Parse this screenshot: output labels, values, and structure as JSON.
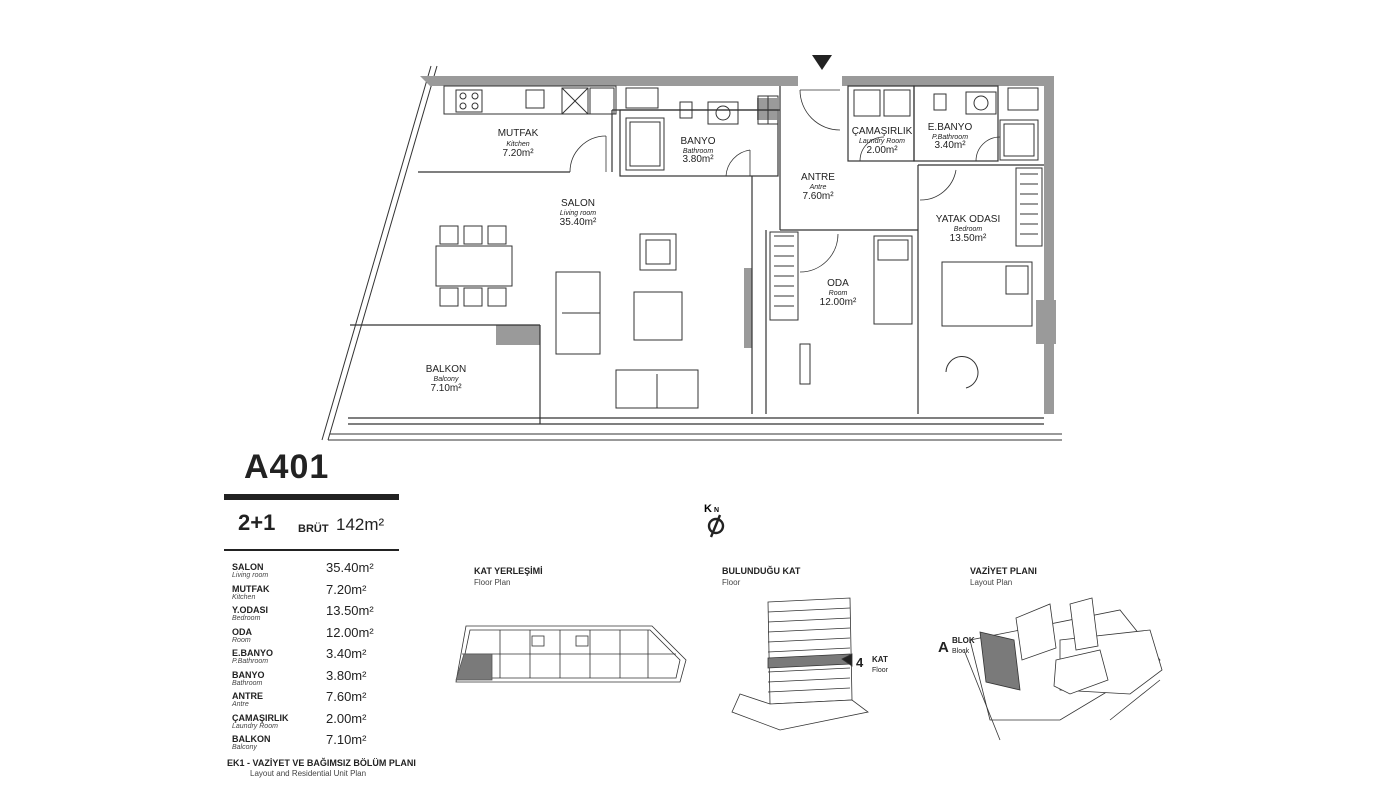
{
  "plan": {
    "rooms": [
      {
        "id": "mutfak",
        "name": "MUTFAK",
        "en": "Kitchen",
        "area": "7.20m²"
      },
      {
        "id": "banyo",
        "name": "BANYO",
        "en": "Bathroom",
        "area": "3.80m²"
      },
      {
        "id": "camasirlik",
        "name": "ÇAMAŞIRLIK",
        "en": "Laundry Room",
        "area": "2.00m²"
      },
      {
        "id": "ebanyo",
        "name": "E.BANYO",
        "en": "P.Bathroom",
        "area": "3.40m²"
      },
      {
        "id": "antre",
        "name": "ANTRE",
        "en": "Antre",
        "area": "7.60m²"
      },
      {
        "id": "salon",
        "name": "SALON",
        "en": "Living room",
        "area": "35.40m²"
      },
      {
        "id": "yatak",
        "name": "YATAK ODASI",
        "en": "Bedroom",
        "area": "13.50m²"
      },
      {
        "id": "oda",
        "name": "ODA",
        "en": "Room",
        "area": "12.00m²"
      },
      {
        "id": "balkon",
        "name": "BALKON",
        "en": "Balcony",
        "area": "7.10m²"
      }
    ]
  },
  "unit": {
    "code": "A401",
    "rooms_type": "2+1",
    "gross_label": "BRÜT",
    "gross_value": "142m²"
  },
  "areas": [
    {
      "tr": "SALON",
      "en": "Living room",
      "value": "35.40m²"
    },
    {
      "tr": "MUTFAK",
      "en": "Kitchen",
      "value": "7.20m²"
    },
    {
      "tr": "Y.ODASI",
      "en": "Bedroom",
      "value": "13.50m²"
    },
    {
      "tr": "ODA",
      "en": "Room",
      "value": "12.00m²"
    },
    {
      "tr": "E.BANYO",
      "en": "P.Bathroom",
      "value": "3.40m²"
    },
    {
      "tr": "BANYO",
      "en": "Bathroom",
      "value": "3.80m²"
    },
    {
      "tr": "ANTRE",
      "en": "Antre",
      "value": "7.60m²"
    },
    {
      "tr": "ÇAMAŞIRLIK",
      "en": "Laundry Room",
      "value": "2.00m²"
    },
    {
      "tr": "BALKON",
      "en": "Balcony",
      "value": "7.10m²"
    }
  ],
  "footnote": {
    "tr": "EK1 -  VAZİYET VE BAĞIMSIZ BÖLÜM PLANI",
    "en": "Layout and Residential Unit Plan"
  },
  "compass": {
    "k": "K",
    "n": "N"
  },
  "floor_plan": {
    "tr": "KAT YERLEŞİMİ",
    "en": "Floor Plan"
  },
  "floor": {
    "tr": "BULUNDUĞU KAT",
    "en": "Floor",
    "number": "4",
    "kat": "KAT",
    "floor_en": "Floor"
  },
  "site": {
    "tr": "VAZİYET PLANI",
    "en": "Layout Plan",
    "block_letter": "A",
    "blok": "BLOK",
    "block": "Block"
  },
  "colors": {
    "wall": "#9a9a9a",
    "line": "#222222",
    "highlight": "#7a7a7a"
  }
}
